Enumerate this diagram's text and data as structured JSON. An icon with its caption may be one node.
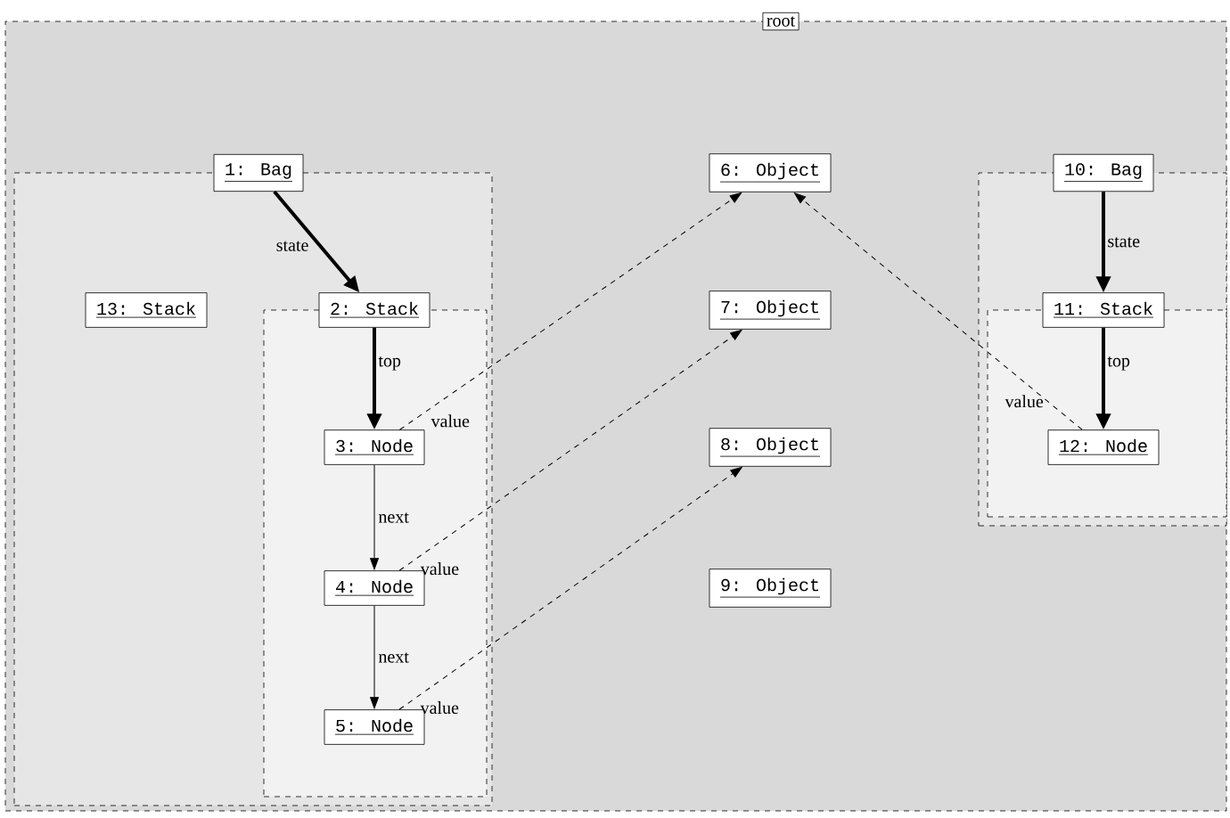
{
  "diagram": {
    "nodes": [
      {
        "text": [
          "root"
        ]
      },
      {
        "text": [],
        "shape": "box",
        "in": 0
      },
      {
        "text": [
          "1: Bag"
        ],
        "in": 0
      },
      {
        "text": [
          "13: Stack"
        ],
        "in": 1
      },
      {
        "text": [],
        "shape": "box",
        "in": 1
      },
      {
        "text": [
          "2: Stack"
        ],
        "in": 1
      },
      {
        "text": [
          "3: Node"
        ],
        "in": 4
      },
      {
        "text": [
          "4: Node"
        ],
        "in": 4
      },
      {
        "text": [
          "5: Node"
        ],
        "in": 4
      },
      {
        "text": [
          "6: Object"
        ],
        "in": 0
      },
      {
        "text": [
          "7: Object"
        ],
        "in": 0
      },
      {
        "text": [
          "8: Object"
        ],
        "in": 0
      },
      {
        "text": [
          "9: Object"
        ],
        "in": 0
      },
      {
        "text": [],
        "shape": "box",
        "in": 0
      },
      {
        "text": [
          "10: Bag"
        ],
        "in": 0
      },
      {
        "text": [],
        "shape": "box",
        "in": 13
      },
      {
        "text": [
          "11: Stack"
        ],
        "in": 13
      },
      {
        "text": [
          "12: Node"
        ],
        "in": 15
      }
    ],
    "edges": [
      {
        "from": 2,
        "to": 5,
        "arrow": "to",
        "label": "state",
        "style": "thick"
      },
      {
        "from": 5,
        "to": 6,
        "arrow": "to",
        "label": "top",
        "style": "thick"
      },
      {
        "from": 6,
        "to": 7,
        "arrow": "to",
        "label": "next"
      },
      {
        "from": 7,
        "to": 8,
        "arrow": "to",
        "label": "next"
      },
      {
        "from": 6,
        "to": 9,
        "arrow": "to",
        "label": "value",
        "style": "dashed"
      },
      {
        "from": 7,
        "to": 10,
        "arrow": "to",
        "label": "value",
        "style": "dashed"
      },
      {
        "from": 8,
        "to": 11,
        "arrow": "to",
        "label": "value",
        "style": "dashed"
      },
      {
        "from": 14,
        "to": 16,
        "arrow": "to",
        "label": "state",
        "style": "thick"
      },
      {
        "from": 16,
        "to": 17,
        "arrow": "to",
        "label": "top",
        "style": "thick"
      },
      {
        "from": 17,
        "to": 9,
        "arrow": "to",
        "label": "value",
        "style": "dashed"
      }
    ]
  }
}
